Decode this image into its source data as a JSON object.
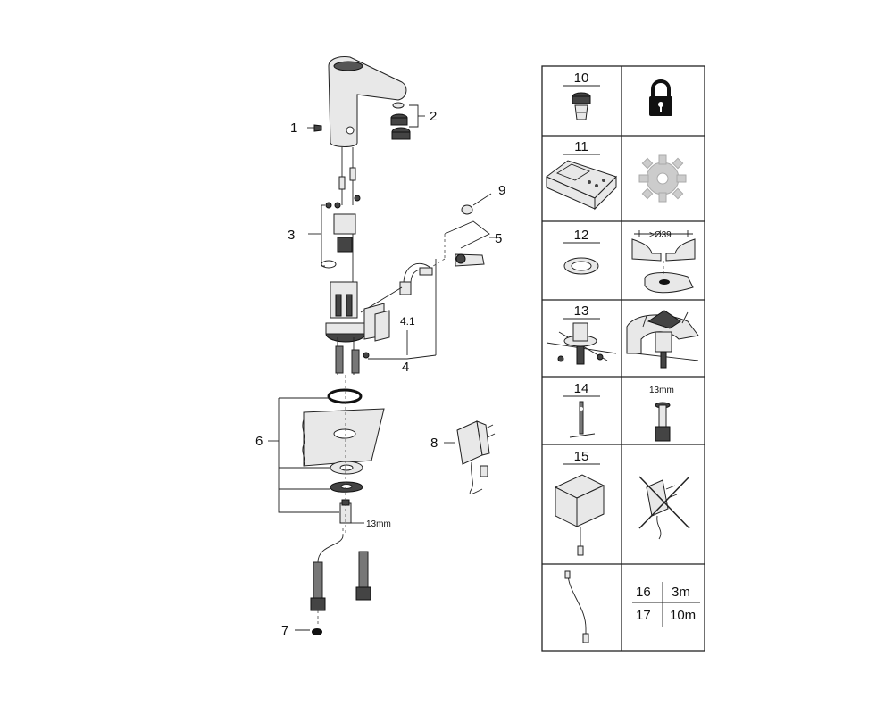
{
  "diagram": {
    "callouts": {
      "c1": "1",
      "c2": "2",
      "c3": "3",
      "c4": "4",
      "c41": "4.1",
      "c5": "5",
      "c6": "6",
      "c7": "7",
      "c8": "8",
      "c9": "9",
      "wrench": "13mm"
    },
    "table": {
      "row10": {
        "num": "10"
      },
      "row11": {
        "num": "11"
      },
      "row12": {
        "num": "12",
        "dim": ">Ø39"
      },
      "row13": {
        "num": "13"
      },
      "row14": {
        "num": "14",
        "wrench": "13mm"
      },
      "row15": {
        "num": "15"
      },
      "row16": {
        "a": "16",
        "b": "3m",
        "c": "17",
        "d": "10m"
      }
    }
  }
}
